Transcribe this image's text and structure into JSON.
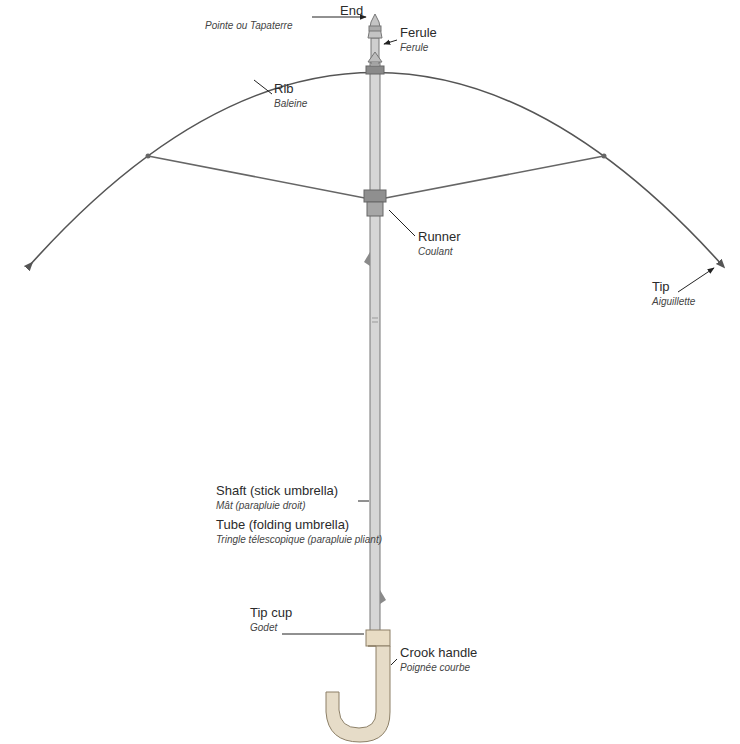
{
  "diagram": {
    "labels": [
      "End",
      "Pointe ou Tapaterre",
      "Ferule",
      "Ferule",
      "Rib",
      "Baleine",
      "Runner",
      "Coulant",
      "Tip",
      "Aiguillette",
      "Shaft (stick umbrella)",
      "Mât (parapluie droit)",
      "Tube (folding umbrella)",
      "Tringle télescopique (parapluie pliant)",
      "Tip cup",
      "Godet",
      "Crook handle",
      "Poignée courbe"
    ]
  }
}
